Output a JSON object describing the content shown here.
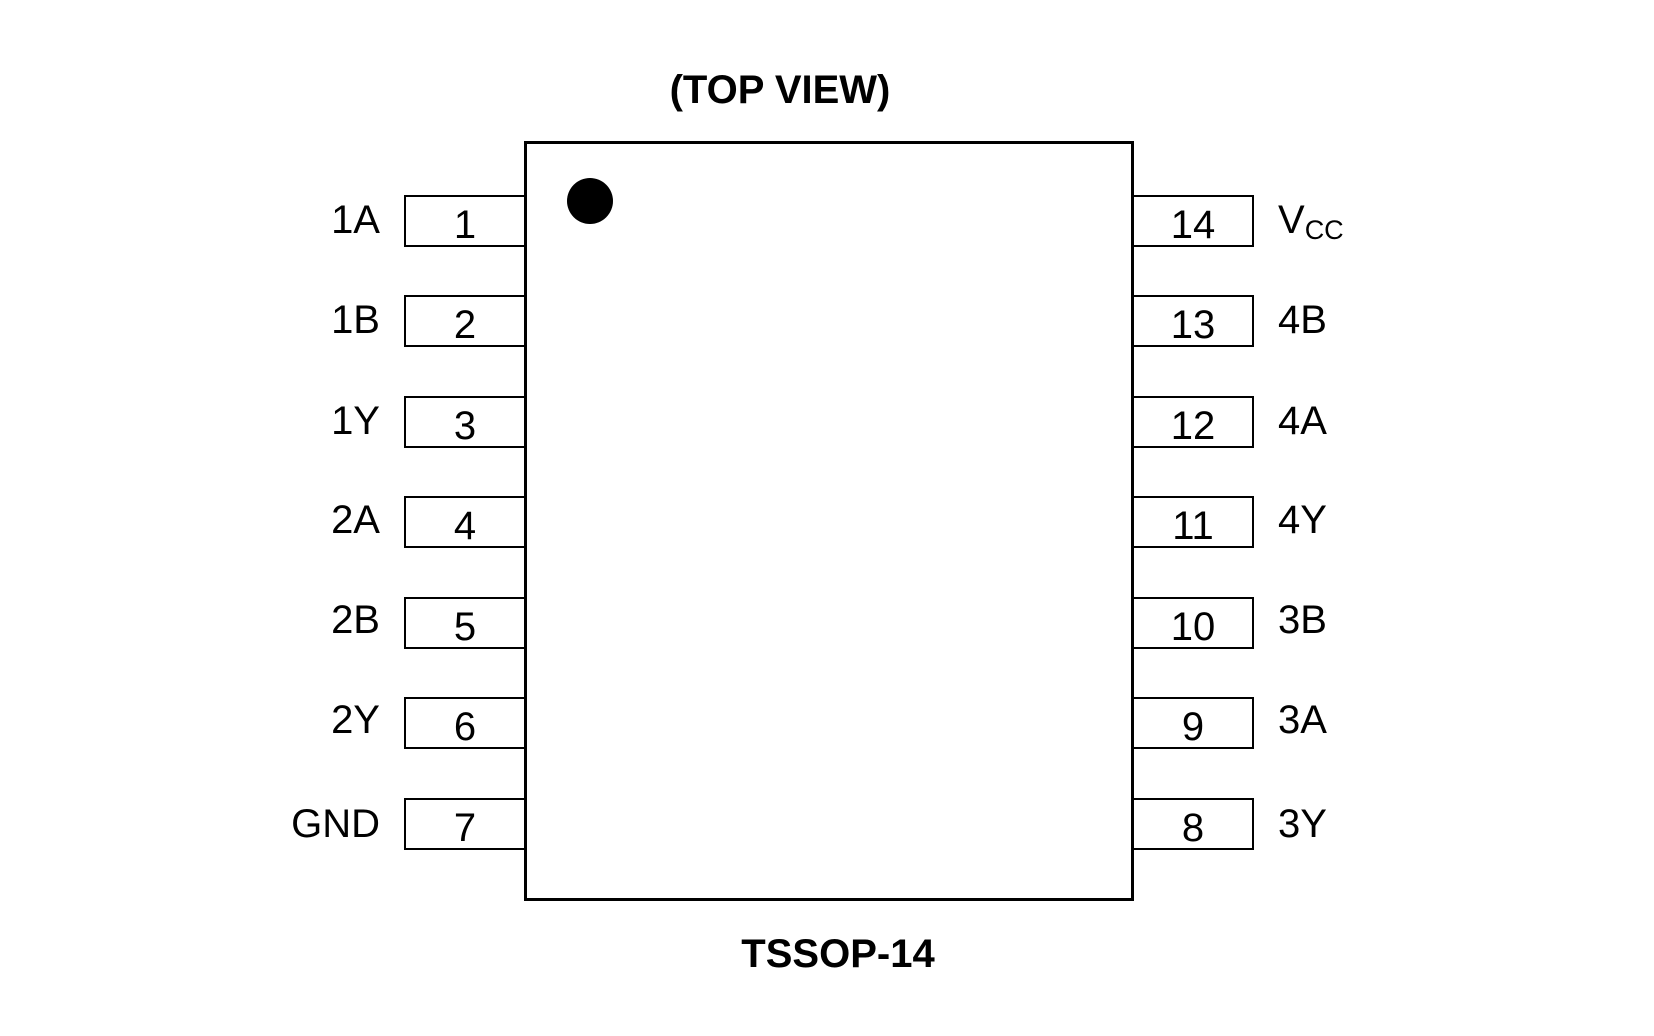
{
  "title": "(TOP VIEW)",
  "package": "TSSOP-14",
  "left_pins": [
    {
      "number": "1",
      "label": "1A"
    },
    {
      "number": "2",
      "label": "1B"
    },
    {
      "number": "3",
      "label": "1Y"
    },
    {
      "number": "4",
      "label": "2A"
    },
    {
      "number": "5",
      "label": "2B"
    },
    {
      "number": "6",
      "label": "2Y"
    },
    {
      "number": "7",
      "label": "GND"
    }
  ],
  "right_pins": [
    {
      "number": "14",
      "label_main": "V",
      "label_sub": "CC"
    },
    {
      "number": "13",
      "label": "4B"
    },
    {
      "number": "12",
      "label": "4A"
    },
    {
      "number": "11",
      "label": "4Y"
    },
    {
      "number": "10",
      "label": "3B"
    },
    {
      "number": "9",
      "label": "3A"
    },
    {
      "number": "8",
      "label": "3Y"
    }
  ]
}
